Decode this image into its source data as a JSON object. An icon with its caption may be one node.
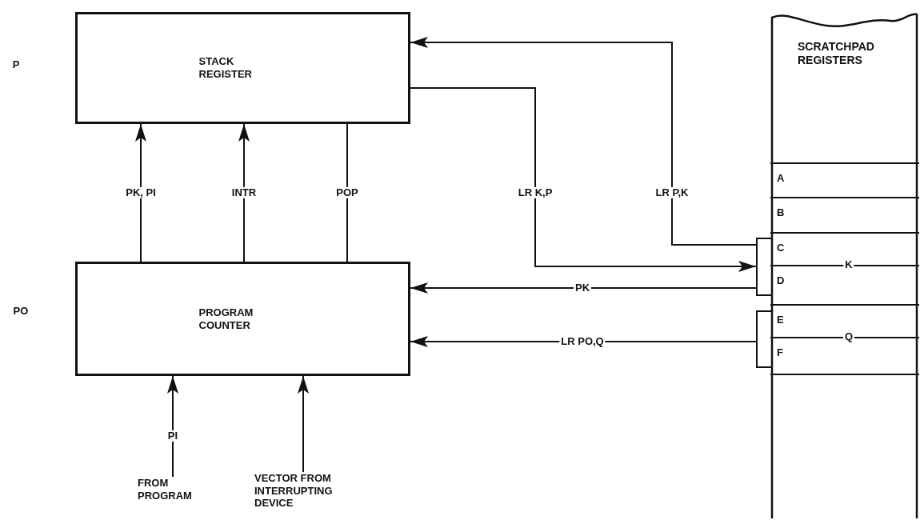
{
  "diagram": {
    "nodes": [
      {
        "text": [
          "STACK REGISTER"
        ]
      },
      {
        "text": [
          "PROGRAM COUNTER"
        ]
      },
      {
        "text": [
          "SCRATCHPAD REGISTERS"
        ]
      },
      {
        "text": [
          "A"
        ],
        "in": 2
      },
      {
        "text": [
          "B"
        ],
        "in": 2
      },
      {
        "text": [
          "C"
        ],
        "in": 2
      },
      {
        "text": [
          "D"
        ],
        "in": 2
      },
      {
        "text": [
          "E"
        ],
        "in": 2
      },
      {
        "text": [
          "F"
        ],
        "in": 2
      },
      {
        "text": [],
        "shape": "bracket"
      },
      {
        "text": [],
        "shape": "bracket"
      },
      {
        "text": [
          "FROM PROGRAM"
        ]
      },
      {
        "text": [
          "VECTOR FROM INTERRUPTING DEVICE"
        ]
      }
    ],
    "edges": [
      {
        "from": 1,
        "to": 0,
        "arrow": "to",
        "label": "PK, PI"
      },
      {
        "from": 1,
        "to": 0,
        "arrow": "to",
        "label": "INTR"
      },
      {
        "from": 0,
        "to": 1,
        "arrow": "none",
        "label": "POP"
      },
      {
        "from": 0,
        "to": 9,
        "arrow": "to",
        "label": "LR K,P"
      },
      {
        "from": 9,
        "to": 0,
        "arrow": "to",
        "label": "LR P,K"
      },
      {
        "from": 9,
        "to": 1,
        "arrow": "to",
        "label": "PK"
      },
      {
        "from": 10,
        "to": 1,
        "arrow": "to",
        "label": "LR PO,Q"
      },
      {
        "from": 11,
        "to": 1,
        "arrow": "to",
        "label": "PI"
      },
      {
        "from": 12,
        "to": 1,
        "arrow": "to"
      }
    ],
    "labels": [
      "P",
      "PO",
      "K",
      "Q"
    ]
  }
}
